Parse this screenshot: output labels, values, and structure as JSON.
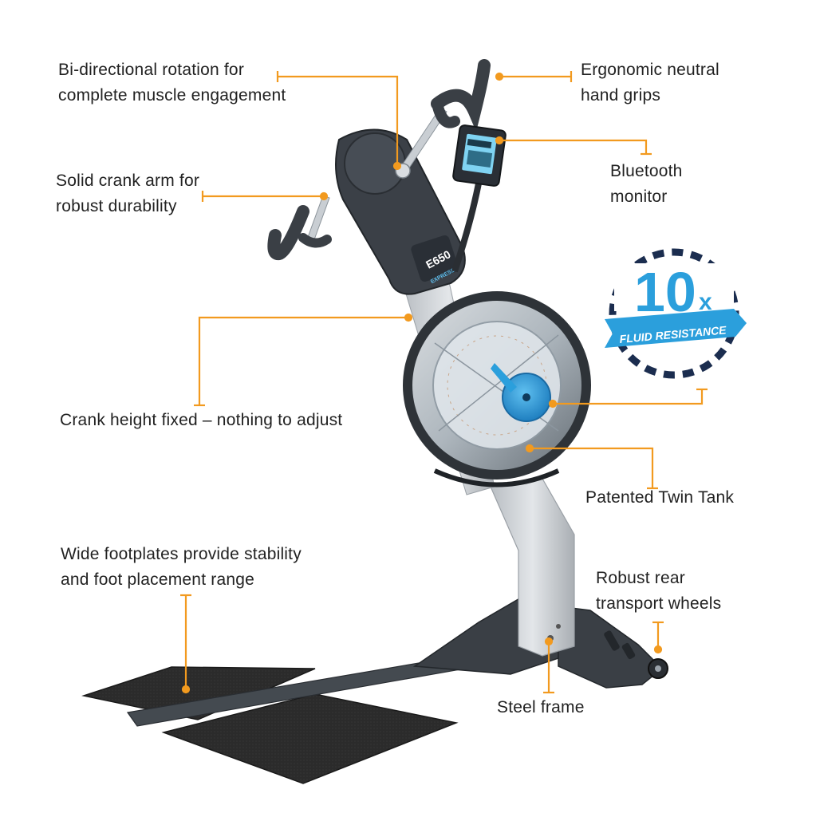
{
  "callouts": {
    "bidirectional": [
      "Bi-directional rotation for",
      "complete muscle engagement"
    ],
    "grips": [
      "Ergonomic neutral",
      "hand grips"
    ],
    "crank_arm": [
      "Solid crank arm for",
      "robust durability"
    ],
    "monitor": [
      "Bluetooth",
      "monitor"
    ],
    "crank_height": [
      "Crank height fixed – nothing to adjust"
    ],
    "twin_tank": [
      "Patented Twin Tank"
    ],
    "footplates": [
      "Wide footplates provide stability",
      "and foot placement range"
    ],
    "wheels": [
      "Robust rear",
      "transport wheels"
    ],
    "frame": [
      "Steel frame"
    ]
  },
  "badge": {
    "number": "10",
    "suffix": "x",
    "ribbon": "FLUID RESISTANCE"
  },
  "product": {
    "model": "E650",
    "brand": "EXPRESSE"
  },
  "colors": {
    "leader": "#f29a1f",
    "badge_blue": "#2b9fdc",
    "badge_ring": "#1b2d4f",
    "text": "#222222"
  }
}
